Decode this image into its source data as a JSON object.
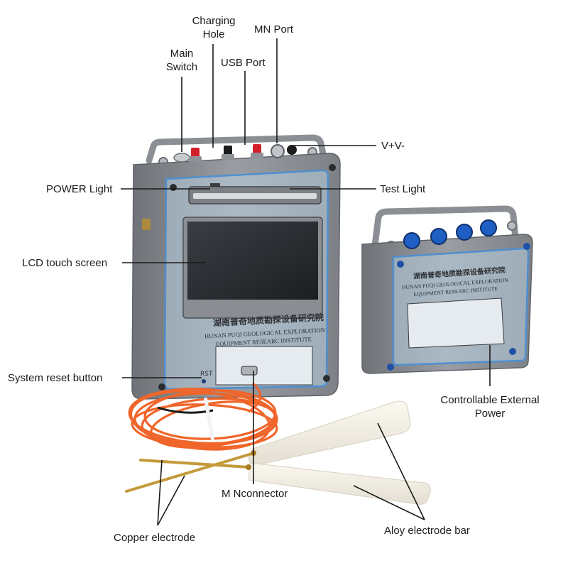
{
  "labels": {
    "charging_hole": [
      "Charging",
      "Hole"
    ],
    "mn_port": "MN Port",
    "main_switch": [
      "Main",
      "Switch"
    ],
    "usb_port": "USB Port",
    "v_plus_v_minus": "V+V-",
    "power_light": "POWER Light",
    "test_light": "Test Light",
    "lcd_touch_screen": "LCD touch screen",
    "system_reset_button": "System reset button",
    "controllable_external_power": [
      "Controllable External",
      "Power"
    ],
    "mn_connector": "M Nconnector",
    "copper_electrode": "Copper electrode",
    "aloy_electrode_bar": "Aloy electrode bar"
  },
  "main_unit": {
    "chinese_name": "湖南普奇地质勘探设备研究院",
    "english_line1": "HUNAN PUQI GEOLOGICAL EXPLORATION",
    "english_line2": "EQUIPMENT RESEARC INSTITUTE",
    "rst_label": "RST"
  },
  "power_unit": {
    "chinese_name": "湖南普奇地质勘探设备研究院",
    "english_line1": "HUNAN PUQI GEOLOGICAL EXPLORATION",
    "english_line2": "EQUIPMENT RESEARC INSTITUTE"
  },
  "colors": {
    "case_gray": "#8d9196",
    "panel_blue": "#9fc6e6",
    "screen_dark": "#2a2d31",
    "cable_orange": "#f0652a",
    "red_terminal": "#d2202a",
    "blue_connector": "#1f5fc4",
    "copper": "#c49a3a",
    "alloy_white": "#f1ede2",
    "line": "#1a1a1a"
  }
}
